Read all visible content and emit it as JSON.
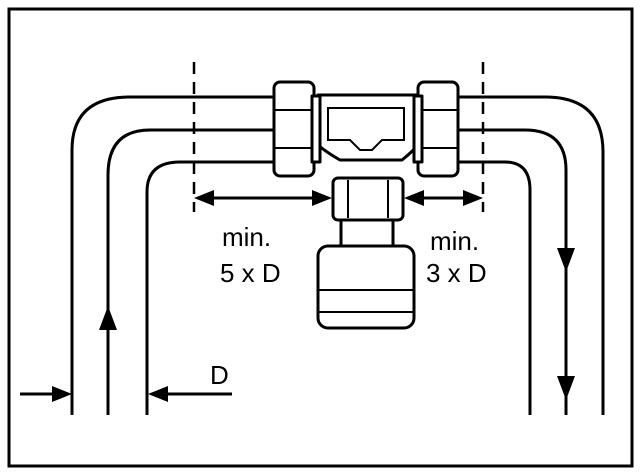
{
  "labels": {
    "left_min": "min.",
    "left_factor": "5 x D",
    "right_min": "min.",
    "right_factor": "3 x D",
    "diameter": "D"
  },
  "colors": {
    "line": "#000000",
    "background": "#ffffff"
  }
}
